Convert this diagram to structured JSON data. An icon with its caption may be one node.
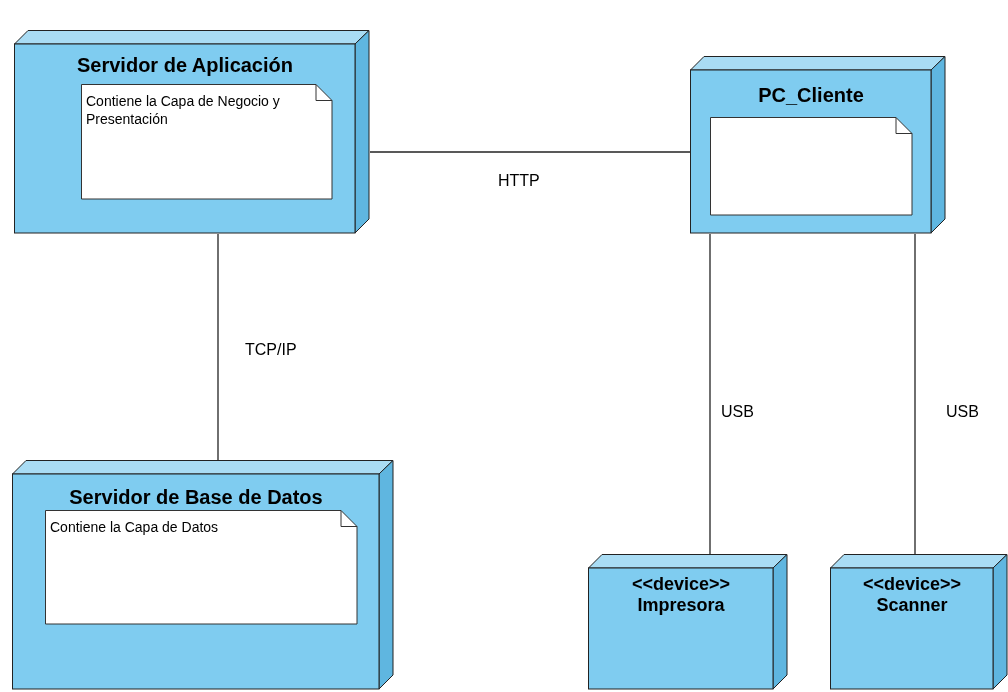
{
  "diagram": {
    "nodes": [
      {
        "text": [
          "Servidor de Aplicación"
        ]
      },
      {
        "text": [
          "Contiene la Capa de Negocio y Presentación"
        ],
        "in": 0
      },
      {
        "text": [
          "PC_Cliente"
        ]
      },
      {
        "text": [],
        "shape": "note",
        "in": 2
      },
      {
        "text": [
          "Servidor de Base de Datos"
        ]
      },
      {
        "text": [
          "Contiene la Capa de Datos"
        ],
        "in": 4
      },
      {
        "text": [
          "<<device>>",
          "Impresora"
        ]
      },
      {
        "text": [
          "<<device>>",
          "Scanner"
        ]
      }
    ],
    "edges": [
      {
        "from": 0,
        "to": 2,
        "arrow": "none",
        "label": "HTTP"
      },
      {
        "from": 0,
        "to": 4,
        "arrow": "none",
        "label": "TCP/IP"
      },
      {
        "from": 2,
        "to": 6,
        "arrow": "none",
        "label": "USB"
      },
      {
        "from": 2,
        "to": 7,
        "arrow": "none",
        "label": "USB"
      }
    ]
  }
}
